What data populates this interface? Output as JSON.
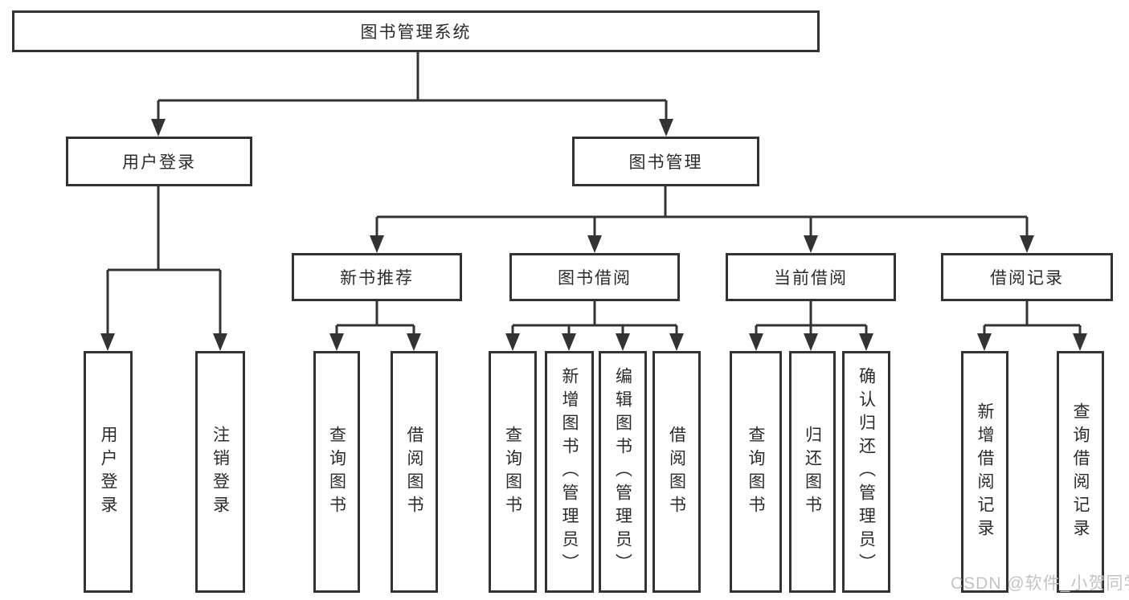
{
  "diagram": {
    "type": "tree",
    "root": {
      "label": "图书管理系统"
    },
    "level2": [
      {
        "label": "用户登录"
      },
      {
        "label": "图书管理"
      }
    ],
    "level3": [
      {
        "label": "新书推荐",
        "parent": "图书管理"
      },
      {
        "label": "图书借阅",
        "parent": "图书管理"
      },
      {
        "label": "当前借阅",
        "parent": "图书管理"
      },
      {
        "label": "借阅记录",
        "parent": "图书管理"
      }
    ],
    "leaves": [
      {
        "label": "用户登录",
        "parent": "用户登录"
      },
      {
        "label": "注销登录",
        "parent": "用户登录"
      },
      {
        "label": "查询图书",
        "parent": "新书推荐"
      },
      {
        "label": "借阅图书",
        "parent": "新书推荐"
      },
      {
        "label": "查询图书",
        "parent": "图书借阅"
      },
      {
        "label": "新增图书（管理员）",
        "parent": "图书借阅"
      },
      {
        "label": "编辑图书（管理员）",
        "parent": "图书借阅"
      },
      {
        "label": "借阅图书",
        "parent": "图书借阅"
      },
      {
        "label": "查询图书",
        "parent": "当前借阅"
      },
      {
        "label": "归还图书",
        "parent": "当前借阅"
      },
      {
        "label": "确认归还（管理员）",
        "parent": "当前借阅"
      },
      {
        "label": "新增借阅记录",
        "parent": "借阅记录"
      },
      {
        "label": "查询借阅记录",
        "parent": "借阅记录"
      }
    ]
  },
  "watermark": {
    "text": "CSDN @软件_小贺同学",
    "color": "#c3c3c3"
  },
  "colors": {
    "line": "#333333",
    "text": "#2b2b2b",
    "box_fill": "#ffffff",
    "background": "#ffffff"
  }
}
